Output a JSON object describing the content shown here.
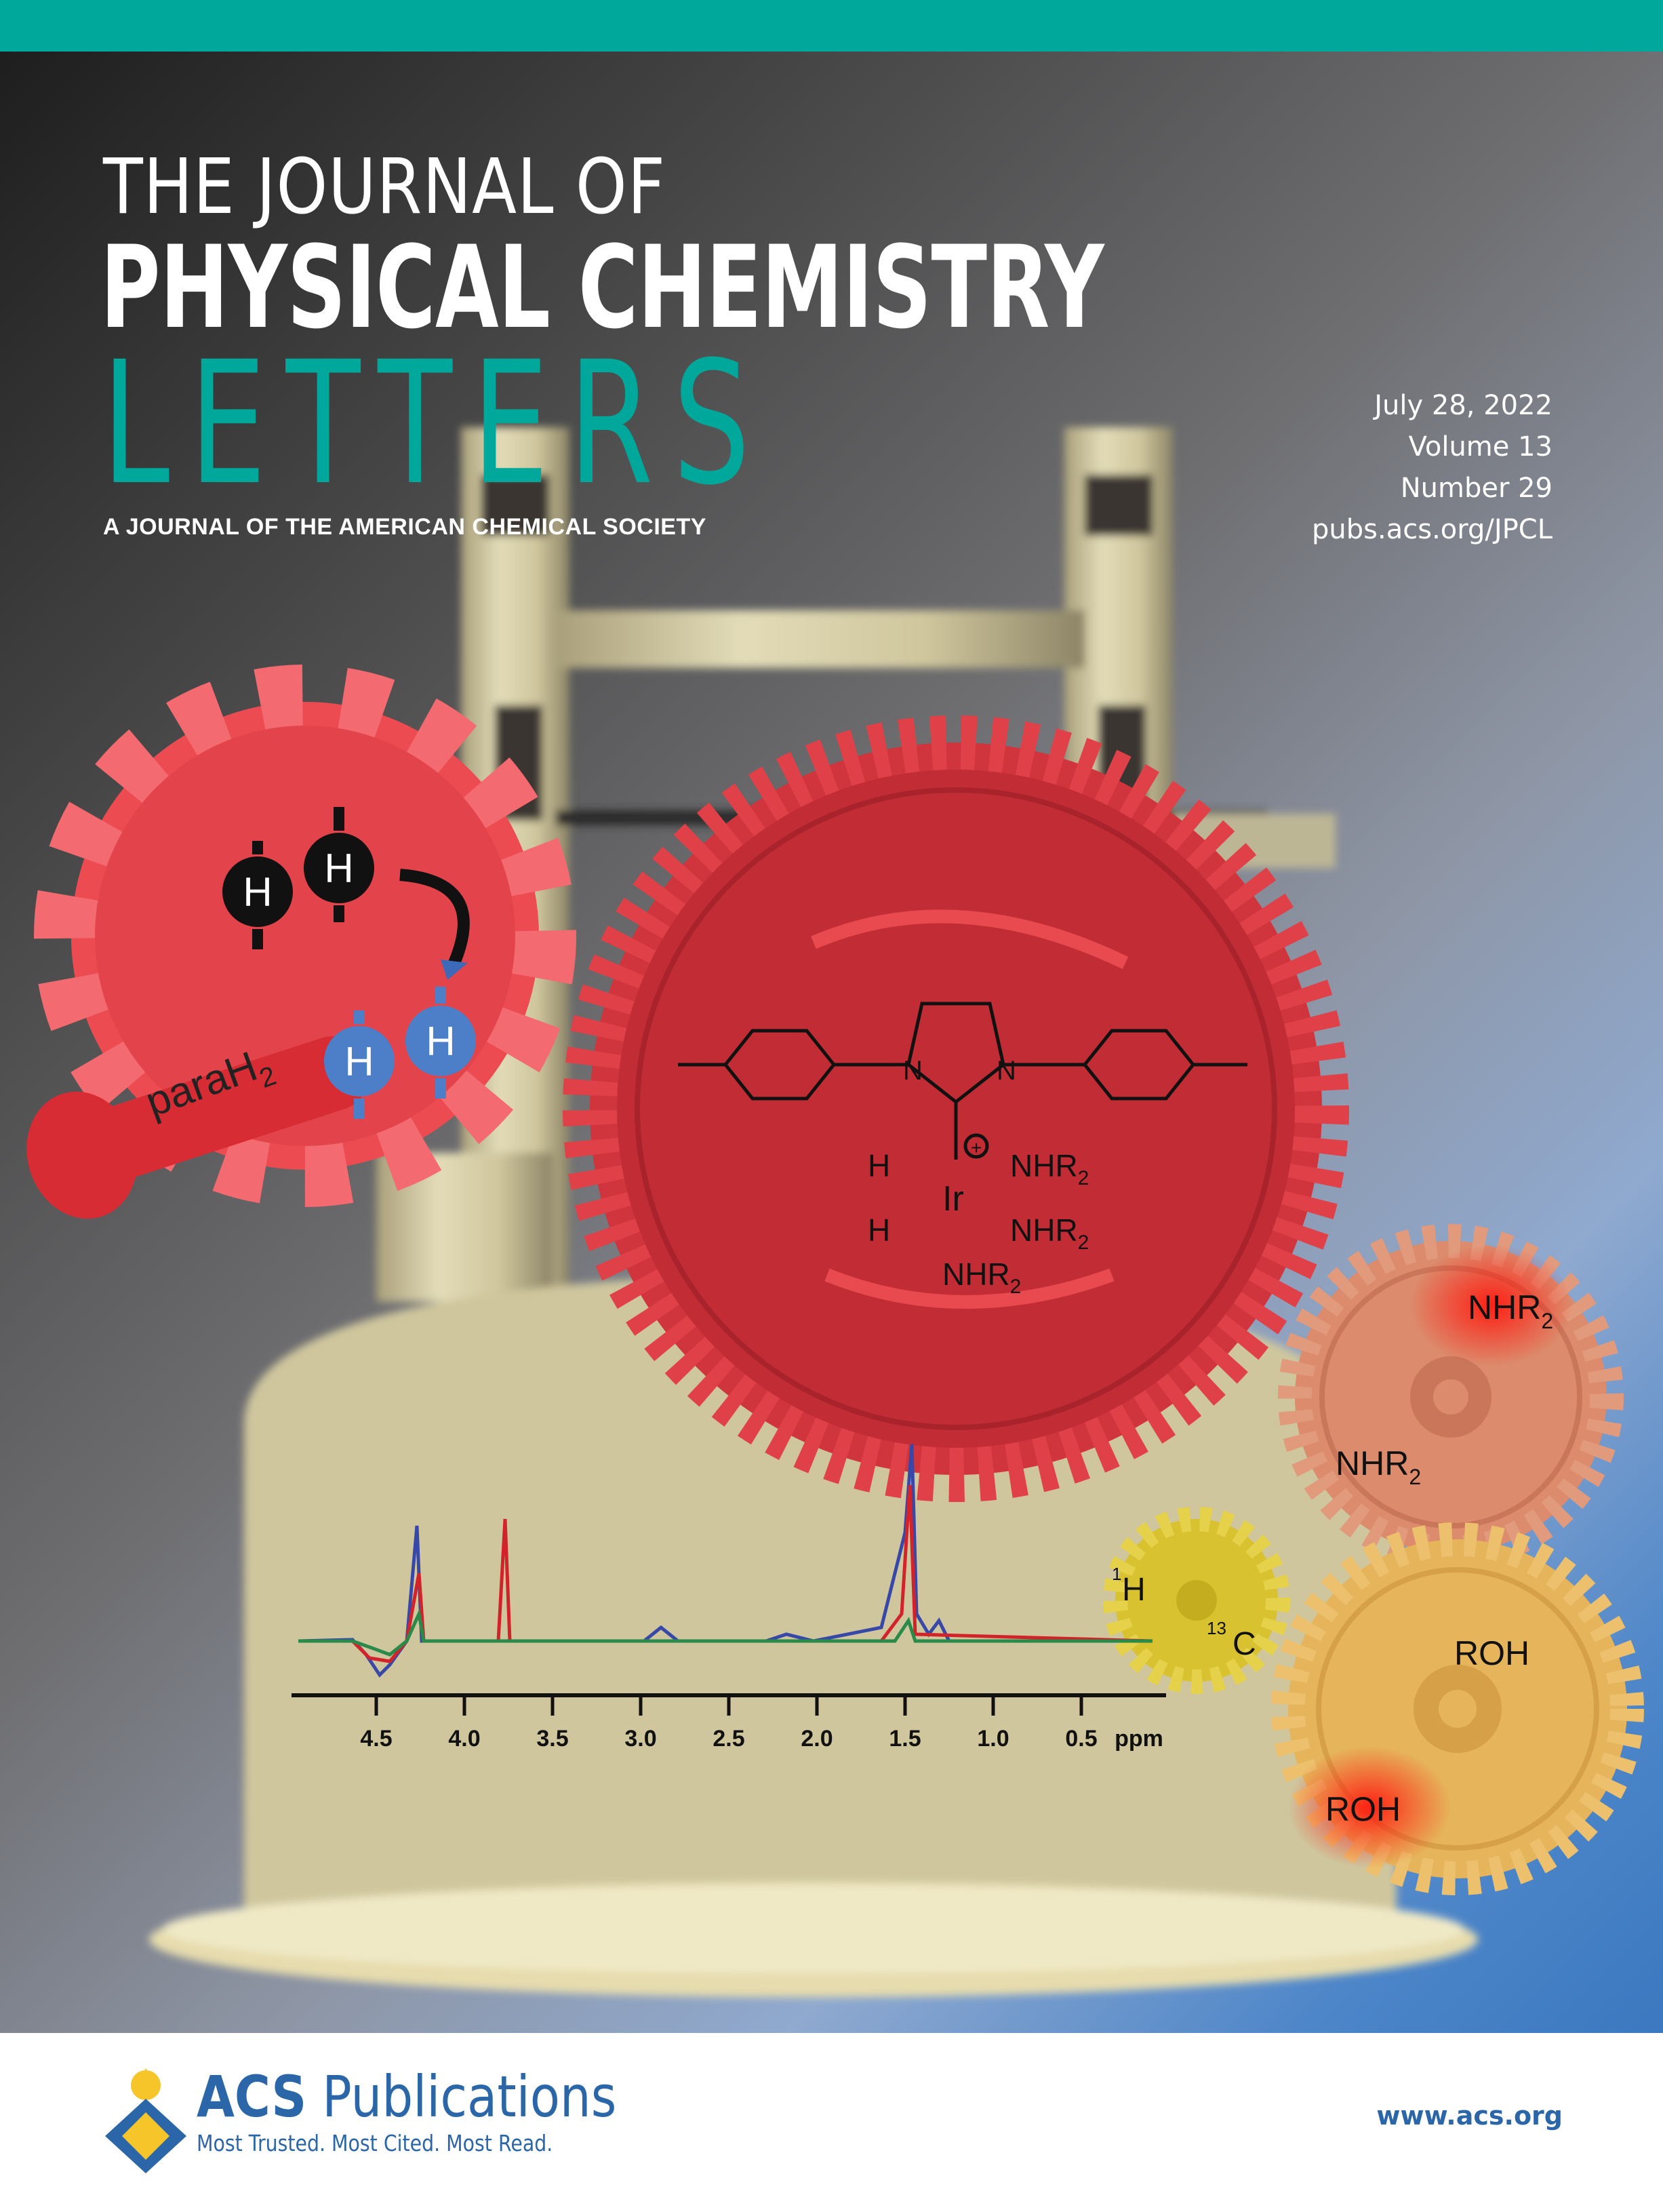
{
  "journal": {
    "line1": "THE JOURNAL OF",
    "line2": "PHYSICAL CHEMISTRY",
    "line3": "LETTERS",
    "society": "A JOURNAL OF THE AMERICAN CHEMICAL SOCIETY"
  },
  "issue": {
    "date": "July 28, 2022",
    "volume": "Volume 13",
    "number": "Number 29",
    "url": "pubs.acs.org/JPCL"
  },
  "artwork": {
    "para_label": "paraH",
    "para_sub": "2",
    "h_atom": "H",
    "complex": {
      "n_left": "N",
      "n_right": "N",
      "plus": "+",
      "metal": "Ir",
      "h_top": "H",
      "h_bottom": "H",
      "ligand": "NHR",
      "ligand_sub": "2"
    },
    "orange_gear": {
      "label": "NHR",
      "sub": "2"
    },
    "yellow_gear": {
      "h_sup": "1",
      "h": "H",
      "c_sup": "13",
      "c": "C"
    },
    "gold_gear": {
      "label": "ROH"
    }
  },
  "spectrum": {
    "ticks": [
      "4.5",
      "4.0",
      "3.5",
      "3.0",
      "2.5",
      "2.0",
      "1.5",
      "1.0",
      "0.5"
    ],
    "unit": "ppm"
  },
  "colors": {
    "teal": "#00a89b",
    "acs_blue": "#2a66a8",
    "red_gear": "#c7303a",
    "orange_gear": "#dc8b6c",
    "yellow_gear": "#d9c22f",
    "gold_gear": "#e6b45a"
  },
  "footer": {
    "brand_bold": "ACS",
    "brand": "Publications",
    "tagline": "Most Trusted. Most Cited. Most Read.",
    "website": "www.acs.org"
  }
}
